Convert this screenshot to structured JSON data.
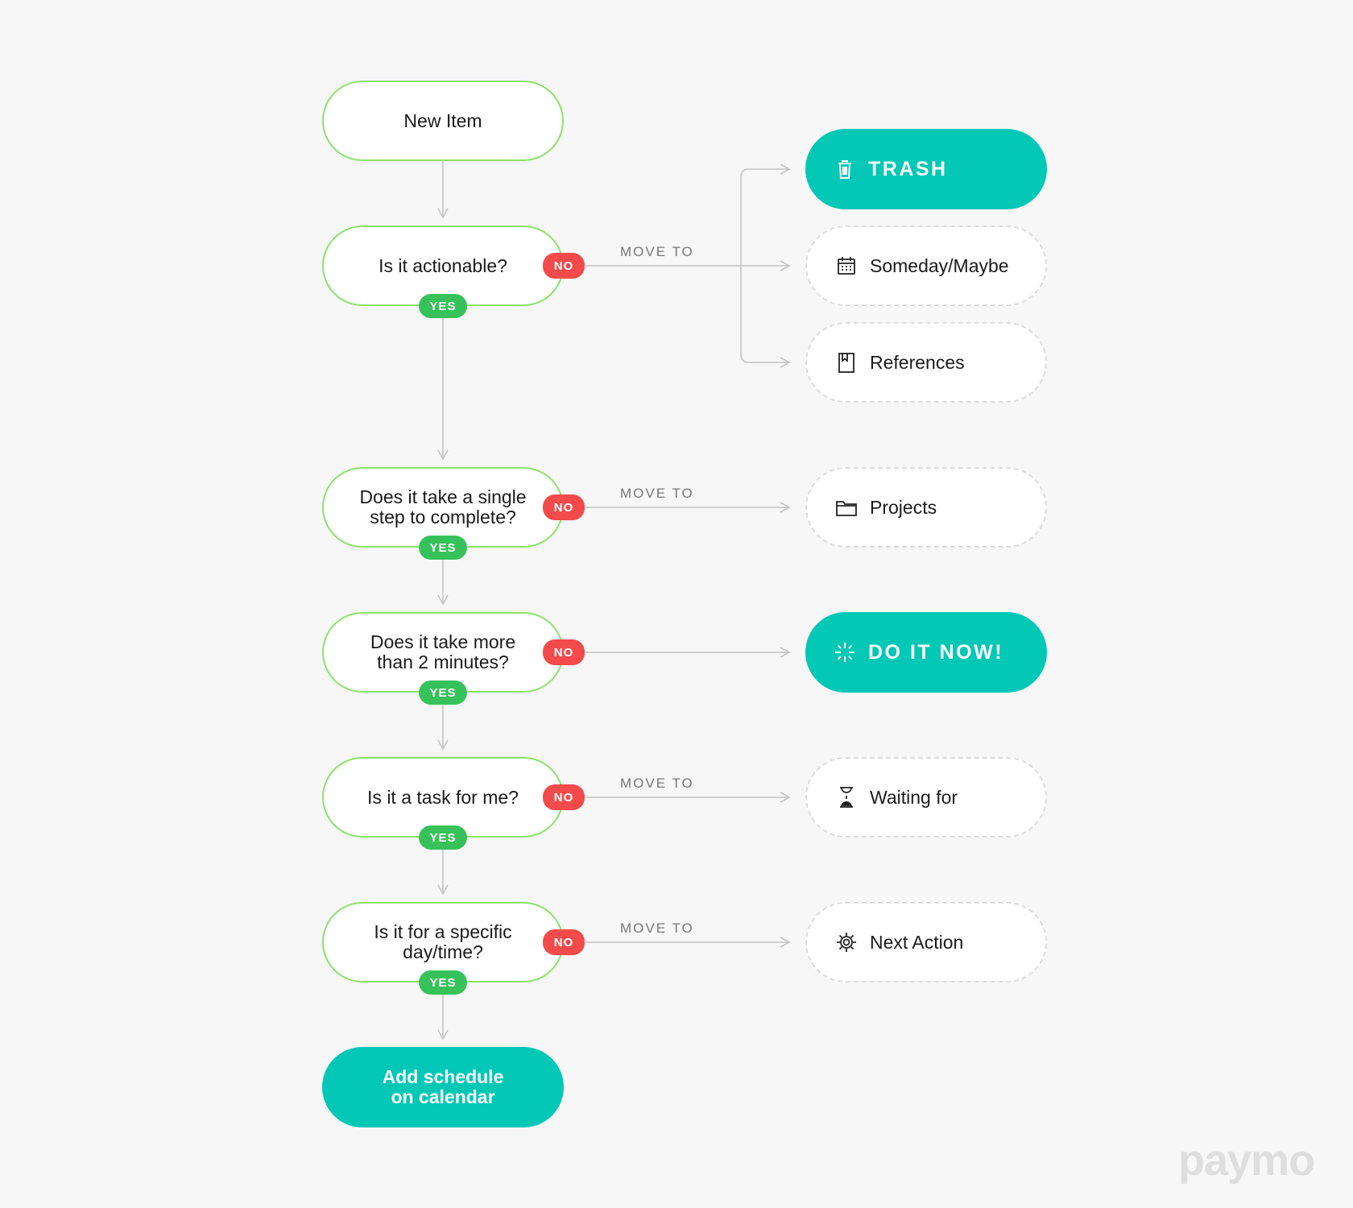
{
  "start": {
    "label": "New Item"
  },
  "questions": [
    {
      "label": "Is it actionable?",
      "no": "NO",
      "yes": "YES",
      "move_to": "MOVE TO"
    },
    {
      "label": "Does it take a single\nstep to complete?",
      "no": "NO",
      "yes": "YES",
      "move_to": "MOVE TO"
    },
    {
      "label": "Does it take more\nthan 2 minutes?",
      "no": "NO",
      "yes": "YES",
      "move_to": ""
    },
    {
      "label": "Is it a task for me?",
      "no": "NO",
      "yes": "YES",
      "move_to": "MOVE TO"
    },
    {
      "label": "Is it for a specific\nday/time?",
      "no": "NO",
      "yes": "YES",
      "move_to": "MOVE TO"
    }
  ],
  "destinations": [
    {
      "label": "TRASH",
      "icon": "trash-icon",
      "style": "teal"
    },
    {
      "label": "Someday/Maybe",
      "icon": "calendar-icon",
      "style": "dashed"
    },
    {
      "label": "References",
      "icon": "bookmark-icon",
      "style": "dashed"
    },
    {
      "label": "Projects",
      "icon": "folder-icon",
      "style": "dashed"
    },
    {
      "label": "DO IT NOW!",
      "icon": "sparkle-icon",
      "style": "teal"
    },
    {
      "label": "Waiting for",
      "icon": "hourglass-icon",
      "style": "dashed"
    },
    {
      "label": "Next Action",
      "icon": "gear-icon",
      "style": "dashed"
    }
  ],
  "end": {
    "label": "Add schedule\non calendar"
  },
  "logo": {
    "text": "paymo"
  },
  "colors": {
    "teal": "#02c8b5",
    "question_border": "#8ee16b",
    "no_badge": "#f34b4b",
    "yes_badge": "#37c15a",
    "connector": "#c4c4c4"
  }
}
